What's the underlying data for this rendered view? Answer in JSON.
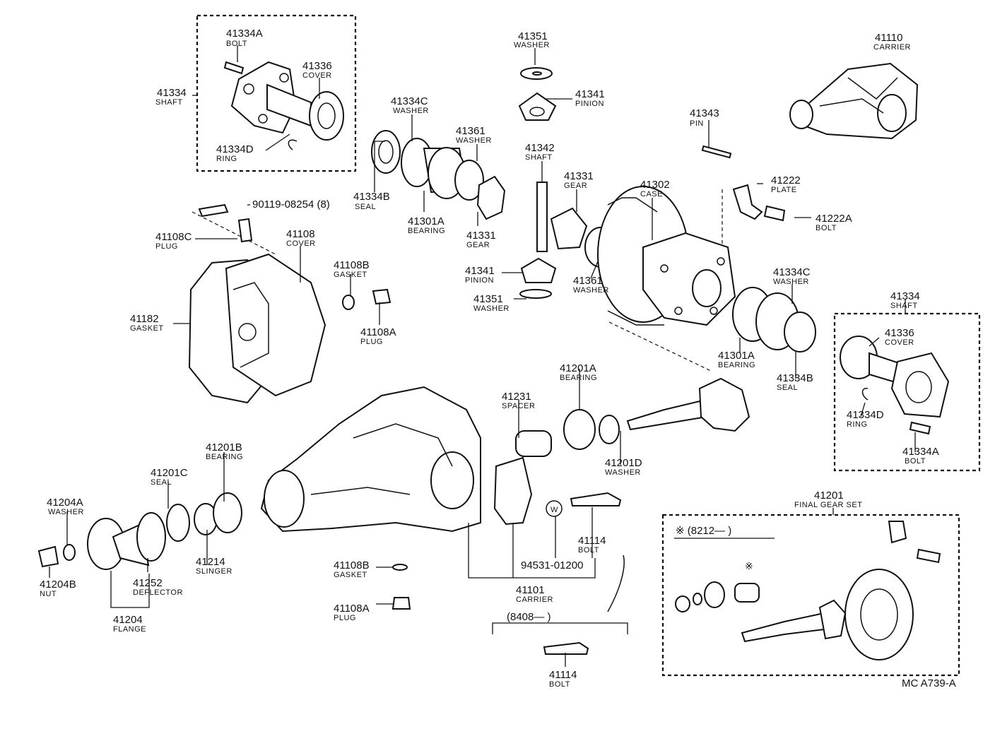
{
  "callouts": {
    "c41334A_top": {
      "pn": "41334A",
      "nm": "BOLT"
    },
    "c41336_top": {
      "pn": "41336",
      "nm": "COVER"
    },
    "c41334_top": {
      "pn": "41334",
      "nm": "SHAFT"
    },
    "c41334D_top": {
      "pn": "41334D",
      "nm": "RING"
    },
    "c41351_top": {
      "pn": "41351",
      "nm": "WASHER"
    },
    "c41341_top": {
      "pn": "41341",
      "nm": "PINION"
    },
    "c41110": {
      "pn": "41110",
      "nm": "CARRIER"
    },
    "c41334C_top": {
      "pn": "41334C",
      "nm": "WASHER"
    },
    "c41361_top": {
      "pn": "41361",
      "nm": "WASHER"
    },
    "c41342": {
      "pn": "41342",
      "nm": "SHAFT"
    },
    "c41343": {
      "pn": "41343",
      "nm": "PIN"
    },
    "c41331_right": {
      "pn": "41331",
      "nm": "GEAR"
    },
    "c41302": {
      "pn": "41302",
      "nm": "CASE"
    },
    "c41222": {
      "pn": "41222",
      "nm": "PLATE"
    },
    "c41222A": {
      "pn": "41222A",
      "nm": "BOLT"
    },
    "c41334B_top": {
      "pn": "41334B",
      "nm": "SEAL"
    },
    "c41301A_top": {
      "pn": "41301A",
      "nm": "BEARING"
    },
    "c41331_bottom": {
      "pn": "41331",
      "nm": "GEAR"
    },
    "c90119": {
      "pn": "90119-08254 (8)",
      "nm": ""
    },
    "c41108C": {
      "pn": "41108C",
      "nm": "PLUG"
    },
    "c41108": {
      "pn": "41108",
      "nm": "COVER"
    },
    "c41108B_top": {
      "pn": "41108B",
      "nm": "GASKET"
    },
    "c41341_bottom": {
      "pn": "41341",
      "nm": "PINION"
    },
    "c41351_bottom": {
      "pn": "41351",
      "nm": "WASHER"
    },
    "c41361_bottom": {
      "pn": "41361",
      "nm": "WASHER"
    },
    "c41334C_right": {
      "pn": "41334C",
      "nm": "WASHER"
    },
    "c41182": {
      "pn": "41182",
      "nm": "GASKET"
    },
    "c41108A_top": {
      "pn": "41108A",
      "nm": "PLUG"
    },
    "c41334_right": {
      "pn": "41334",
      "nm": "SHAFT"
    },
    "c41336_right": {
      "pn": "41336",
      "nm": "COVER"
    },
    "c41301A_right": {
      "pn": "41301A",
      "nm": "BEARING"
    },
    "c41334B_right": {
      "pn": "41334B",
      "nm": "SEAL"
    },
    "c41201A": {
      "pn": "41201A",
      "nm": "BEARING"
    },
    "c41231": {
      "pn": "41231",
      "nm": "SPACER"
    },
    "c41334D_right": {
      "pn": "41334D",
      "nm": "RING"
    },
    "c41334A_right": {
      "pn": "41334A",
      "nm": "BOLT"
    },
    "c41201B": {
      "pn": "41201B",
      "nm": "BEARING"
    },
    "c41201D": {
      "pn": "41201D",
      "nm": "WASHER"
    },
    "c41201C": {
      "pn": "41201C",
      "nm": "SEAL"
    },
    "c41201": {
      "pn": "41201",
      "nm": "FINAL GEAR SET"
    },
    "c41204A": {
      "pn": "41204A",
      "nm": "WASHER"
    },
    "c41114_mid": {
      "pn": "41114",
      "nm": "BOLT"
    },
    "c41214": {
      "pn": "41214",
      "nm": "SLINGER"
    },
    "c41252": {
      "pn": "41252",
      "nm": "DEFLECTOR"
    },
    "c41204B": {
      "pn": "41204B",
      "nm": "NUT"
    },
    "c41108B_bottom": {
      "pn": "41108B",
      "nm": "GASKET"
    },
    "c94531": {
      "pn": "94531-01200",
      "nm": ""
    },
    "c41101": {
      "pn": "41101",
      "nm": "CARRIER"
    },
    "c41108A_bottom": {
      "pn": "41108A",
      "nm": "PLUG"
    },
    "c41204": {
      "pn": "41204",
      "nm": "FLANGE"
    },
    "c41114_bottom": {
      "pn": "41114",
      "nm": "BOLT"
    }
  },
  "date_ranges": {
    "final_gear_set": "※ (8212—        )",
    "bolt_41114": "(8408—        )"
  },
  "markers": {
    "w_symbol": "W",
    "star_symbol": "※"
  },
  "illustration_code": "MC A739-A"
}
